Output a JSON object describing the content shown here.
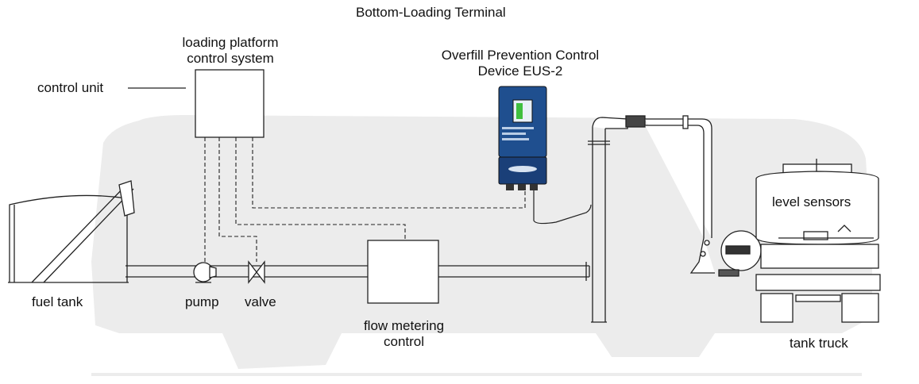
{
  "title": "Bottom-Loading Terminal",
  "labels": {
    "platform_system_line1": "loading platform",
    "platform_system_line2": "control system",
    "control_unit": "control unit",
    "device_line1": "Overfill Prevention Control",
    "device_line2": "Device EUS-2",
    "level_sensors": "level sensors",
    "fuel_tank": "fuel tank",
    "pump": "pump",
    "valve": "valve",
    "flow_line1": "flow metering",
    "flow_line2": "control",
    "tank_truck": "tank truck"
  },
  "colors": {
    "silhouette": "#ececec",
    "line": "#222222",
    "device_body": "#1f4f8f",
    "device_screen": "#3fbf3f"
  }
}
